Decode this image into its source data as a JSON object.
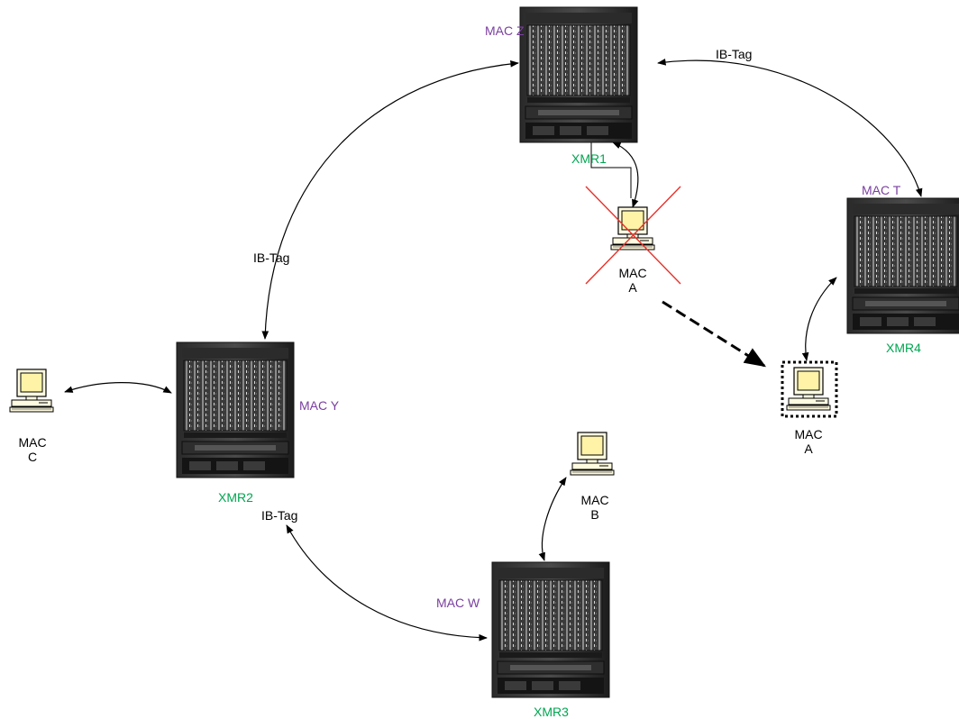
{
  "colors": {
    "router_name": "#00a651",
    "mac_label": "#7a3fa0",
    "text": "#000000",
    "failure_x": "#e8312a"
  },
  "routers": {
    "xmr1": {
      "name": "XMR1",
      "mac": "MAC Z"
    },
    "xmr2": {
      "name": "XMR2",
      "mac": "MAC Y"
    },
    "xmr3": {
      "name": "XMR3",
      "mac": "MAC W"
    },
    "xmr4": {
      "name": "XMR4",
      "mac": "MAC T"
    }
  },
  "links": {
    "tag_top": "IB-Tag",
    "tag_left": "IB-Tag",
    "tag_bottom": "IB-Tag"
  },
  "hosts": {
    "a_failed": {
      "line1": "MAC",
      "line2": "A",
      "state": "failed"
    },
    "a_moved": {
      "line1": "MAC",
      "line2": "A",
      "state": "moved"
    },
    "b": {
      "line1": "MAC",
      "line2": "B"
    },
    "c": {
      "line1": "MAC",
      "line2": "C"
    }
  },
  "icons": {
    "router": "router-chassis-icon",
    "host": "desktop-computer-icon",
    "failure": "failure-cross-icon"
  }
}
